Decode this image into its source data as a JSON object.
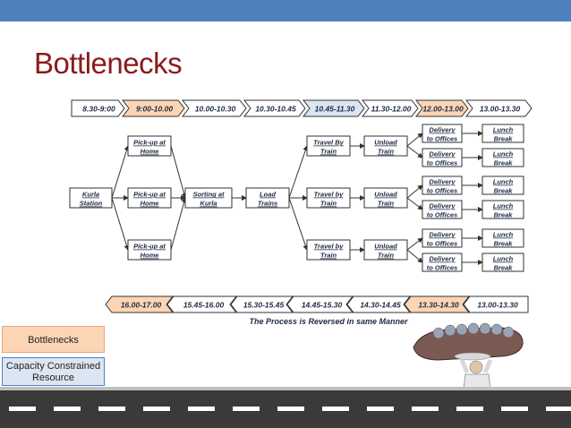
{
  "title": "Bottlenecks",
  "top_timeline": [
    {
      "label": "8.30-9:00",
      "highlight": "none"
    },
    {
      "label": "9:00-10.00",
      "highlight": "orange"
    },
    {
      "label": "10.00-10.30",
      "highlight": "none"
    },
    {
      "label": "10.30-10.45",
      "highlight": "none"
    },
    {
      "label": "10.45-11.30",
      "highlight": "blue"
    },
    {
      "label": "11.30-12.00",
      "highlight": "none"
    },
    {
      "label": "12.00-13.00",
      "highlight": "orange"
    },
    {
      "label": "13.00-13.30",
      "highlight": "none"
    }
  ],
  "bottom_timeline": [
    {
      "label": "16.00-17.00",
      "highlight": "orange"
    },
    {
      "label": "15.45-16.00",
      "highlight": "none"
    },
    {
      "label": "15.30-15.45",
      "highlight": "none"
    },
    {
      "label": "14.45-15.30",
      "highlight": "none"
    },
    {
      "label": "14.30-14.45",
      "highlight": "none"
    },
    {
      "label": "13.30-14.30",
      "highlight": "orange"
    },
    {
      "label": "13.00-13.30",
      "highlight": "none"
    }
  ],
  "nodes": {
    "kurla": [
      "Kurla",
      "Station"
    ],
    "pickup": [
      "Pick-up at",
      "Home"
    ],
    "sorting": [
      "Sorting at",
      "Kurla"
    ],
    "load": [
      "Load",
      "Trains"
    ],
    "travel_by": [
      "Travel By",
      "Train"
    ],
    "travel_by_lc": [
      "Travel by",
      "Train"
    ],
    "unload": [
      "Unload",
      "Train"
    ],
    "delivery": [
      "Delivery",
      "to Offices"
    ],
    "lunch": [
      "Lunch",
      "Break"
    ]
  },
  "caption": "The Process is Reversed in same Manner",
  "legend": {
    "bottlenecks": "Bottlenecks",
    "capacity": "Capacity Constrained Resource"
  },
  "colors": {
    "topbar": "#4f81bd",
    "title": "#8b1a1a",
    "bottleneck": "#fcd5b5",
    "capacity": "#dce6f2"
  }
}
